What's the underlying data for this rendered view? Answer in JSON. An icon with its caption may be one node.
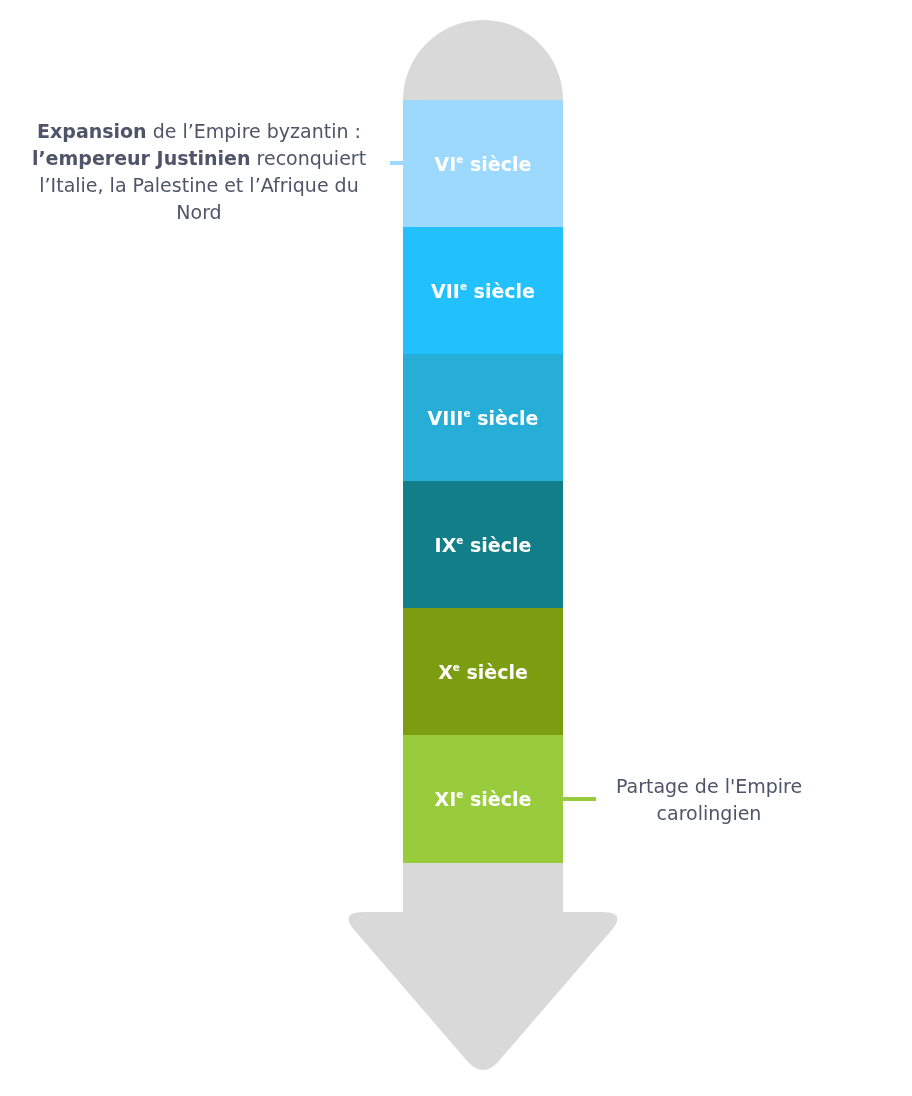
{
  "diagram": {
    "nodes": [
      {
        "text": [
          "VI$^{e}$ siècle"
        ]
      },
      {
        "text": [
          "VII$^{e}$ siècle"
        ]
      },
      {
        "text": [
          "VIII$^{e}$ siècle"
        ]
      },
      {
        "text": [
          "IX$^{e}$ siècle"
        ]
      },
      {
        "text": [
          "X$^{e}$ siècle"
        ]
      },
      {
        "text": [
          "XI$^{e}$ siècle"
        ]
      },
      {
        "text": [
          "**Expansion** de l’Empire byzantin : **l’empereur Justinien** reconquiert l’Italie, la Palestine et l’Afrique du Nord"
        ]
      },
      {
        "text": [
          "Partage de l'Empire carolingien"
        ]
      }
    ],
    "edges": [
      {
        "from": 6,
        "to": 0,
        "arrow": "none",
        "color": "#9dd8fd"
      },
      {
        "from": 5,
        "to": 7,
        "arrow": "none",
        "color": "#98cc3c"
      }
    ]
  }
}
